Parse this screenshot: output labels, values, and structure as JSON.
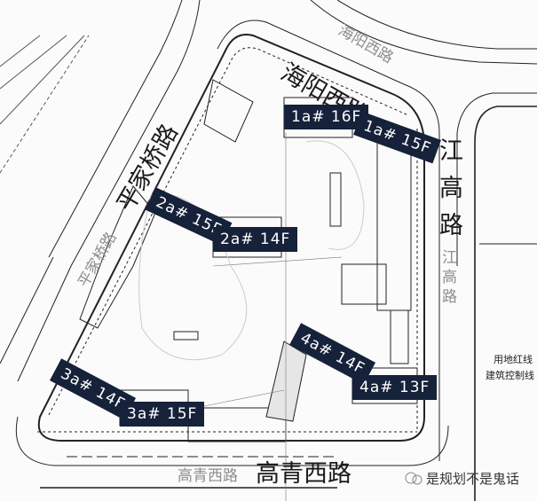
{
  "roads": {
    "haiyang_west": "海阳西路",
    "haiyang_west_small": "海阳西路",
    "pingjiaqiao": "平家桥路",
    "pingjiaqiao_small": "平家桥路",
    "jianggao": "江高路",
    "jianggao_small": "江高路",
    "gaoqing_west": "高青西路",
    "gaoqing_west_small": "高青西路"
  },
  "buildings": [
    {
      "label": "1a# 16F"
    },
    {
      "label": "1a# 15F"
    },
    {
      "label": "2a# 15F"
    },
    {
      "label": "2a# 14F"
    },
    {
      "label": "3a# 14F"
    },
    {
      "label": "3a# 15F"
    },
    {
      "label": "4a# 14F"
    },
    {
      "label": "4a# 13F"
    }
  ],
  "legend": {
    "red_line": "用地红线",
    "control_line": "建筑控制线"
  },
  "watermark": "是规划不是鬼话",
  "colors": {
    "label_bg": "#16213a",
    "label_text": "#ffffff",
    "line": "#222222"
  }
}
